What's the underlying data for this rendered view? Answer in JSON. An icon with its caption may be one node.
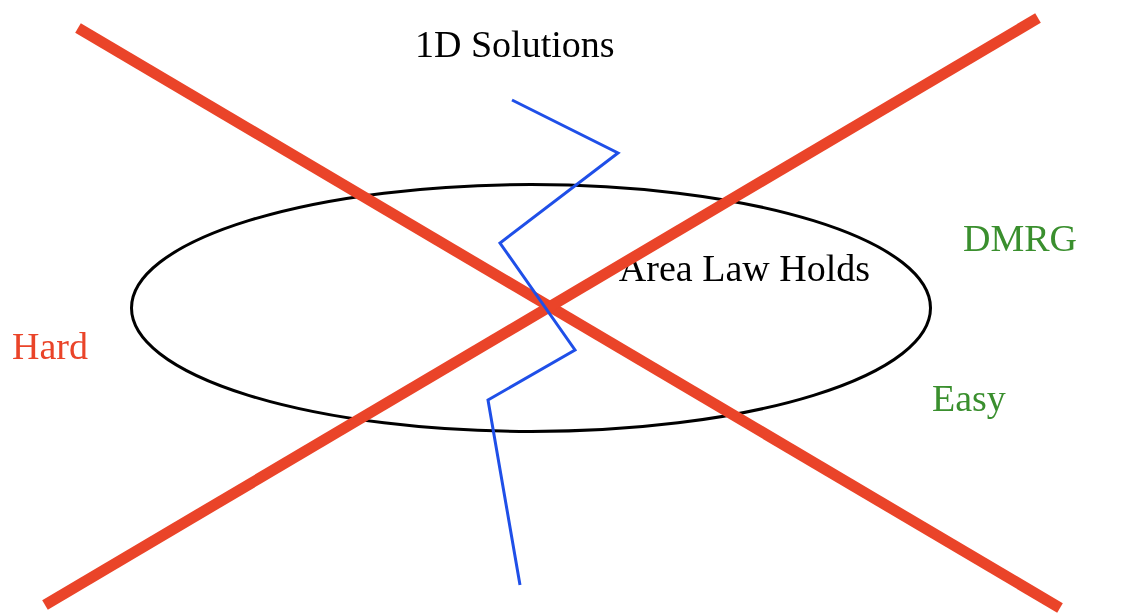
{
  "diagram": {
    "nodes": [
      {
        "text": [
          "Area Law Holds"
        ]
      }
    ],
    "edges": [],
    "labels": [
      "1D Solutions",
      "DMRG",
      "Hard",
      "Easy"
    ]
  }
}
